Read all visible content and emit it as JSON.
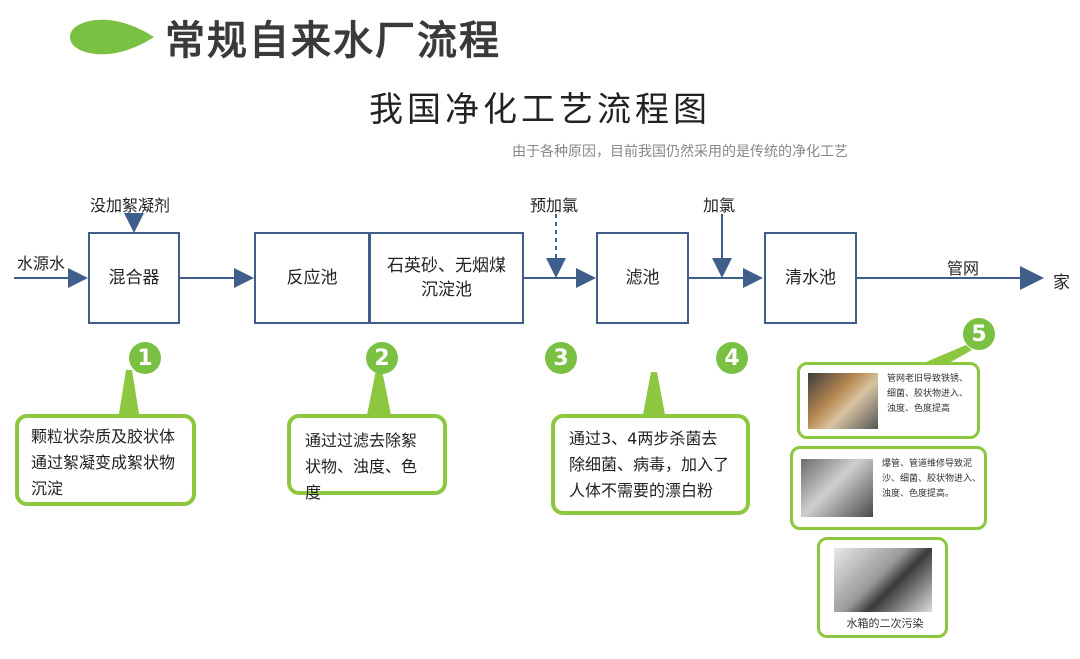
{
  "header": {
    "title": "常规自来水厂流程"
  },
  "diagram": {
    "title": "我国净化工艺流程图",
    "subtitle": "由于各种原因，目前我国仍然采用的是传统的净化工艺",
    "source_label": "水源水",
    "mixer_input_label": "没加絮凝剂",
    "prechlorine_label": "预加氯",
    "chlorine_label": "加氯",
    "pipe_label": "管网",
    "home_label": "家",
    "boxes": {
      "mixer": "混合器",
      "reaction": "反应池",
      "sediment": "石英砂、无烟煤沉淀池",
      "filter": "滤池",
      "clear": "清水池"
    }
  },
  "steps": {
    "n1": "1",
    "n2": "2",
    "n3": "3",
    "n4": "4",
    "n5": "5"
  },
  "callouts": {
    "c1": "颗粒状杂质及胶状体通过絮凝变成絮状物沉淀",
    "c2": "通过过滤去除絮状物、浊度、色度",
    "c3": "通过3、4两步杀菌去除细菌、病毒，加入了人体不需要的漂白粉"
  },
  "cards": {
    "card1": "管网老旧导致铁锈、细菌、胶状物进入、浊度、色度提高",
    "card2": "爆管、管道维修导致泥沙、细菌、胶状物进入、浊度、色度提高。",
    "card3": "水箱的二次污染"
  },
  "colors": {
    "accent_green": "#8dc63f",
    "flow_blue": "#3f5e8c"
  }
}
